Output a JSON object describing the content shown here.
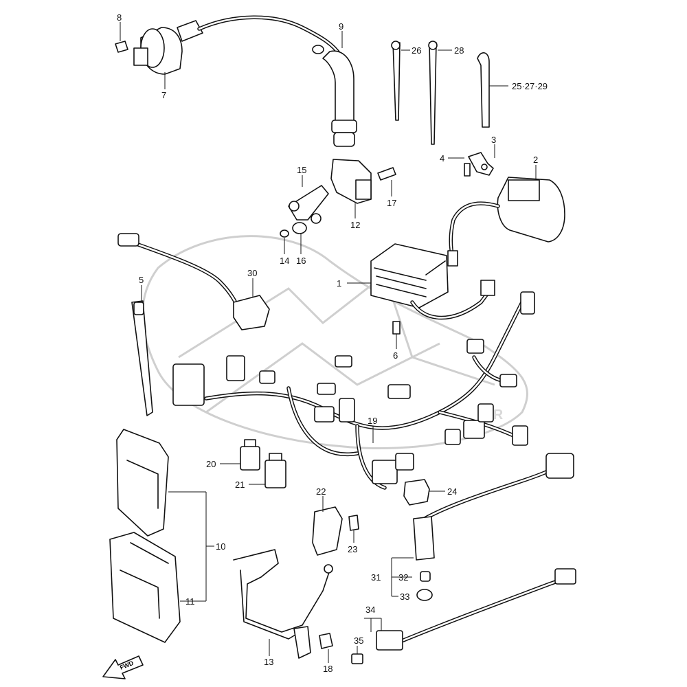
{
  "labels": {
    "p1": "1",
    "p2": "2",
    "p3": "3",
    "p4": "4",
    "p5": "5",
    "p6": "6",
    "p7": "7",
    "p8": "8",
    "p9": "9",
    "p10": "10",
    "p11": "11",
    "p12": "12",
    "p13": "13",
    "p14": "14",
    "p15": "15",
    "p16": "16",
    "p17": "17",
    "p18": "18",
    "p19": "19",
    "p20": "20",
    "p21": "21",
    "p22": "22",
    "p23": "23",
    "p24": "24",
    "p25_27_29": "25·27·29",
    "p26": "26",
    "p28": "28",
    "p30": "30",
    "p31": "31",
    "p32": "32",
    "p33": "33",
    "p34": "34",
    "p35": "35"
  },
  "fwd_arrow": "FWD",
  "watermark_url": ".FR"
}
